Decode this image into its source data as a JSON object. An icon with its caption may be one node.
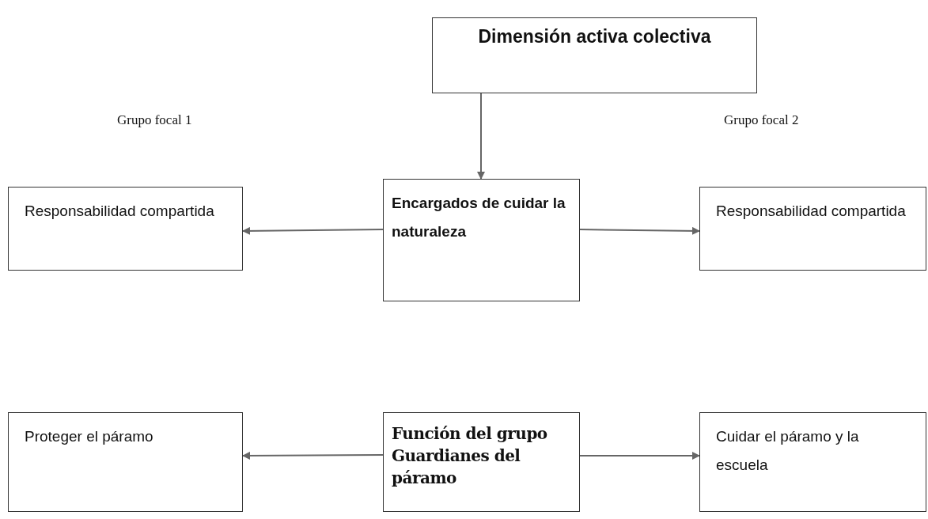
{
  "diagram": {
    "nodes": [
      {
        "text": [
          "Dimensión activa colectiva"
        ]
      },
      {
        "text": [
          "Encargados de cuidar la naturaleza"
        ]
      },
      {
        "text": [
          "Responsabilidad compartida"
        ]
      },
      {
        "text": [
          "Responsabilidad compartida"
        ]
      },
      {
        "text": [
          "Función del grupo Guardianes del páramo"
        ]
      },
      {
        "text": [
          "Proteger el páramo"
        ]
      },
      {
        "text": [
          "Cuidar el páramo y la escuela"
        ]
      }
    ],
    "edges": [
      {
        "from": 0,
        "to": 1,
        "arrow": "to"
      },
      {
        "from": 1,
        "to": 2,
        "arrow": "to"
      },
      {
        "from": 1,
        "to": 3,
        "arrow": "to"
      },
      {
        "from": 4,
        "to": 5,
        "arrow": "to"
      },
      {
        "from": 4,
        "to": 6,
        "arrow": "to"
      }
    ],
    "labels": [
      "Grupo focal 1",
      "Grupo focal 2"
    ]
  }
}
